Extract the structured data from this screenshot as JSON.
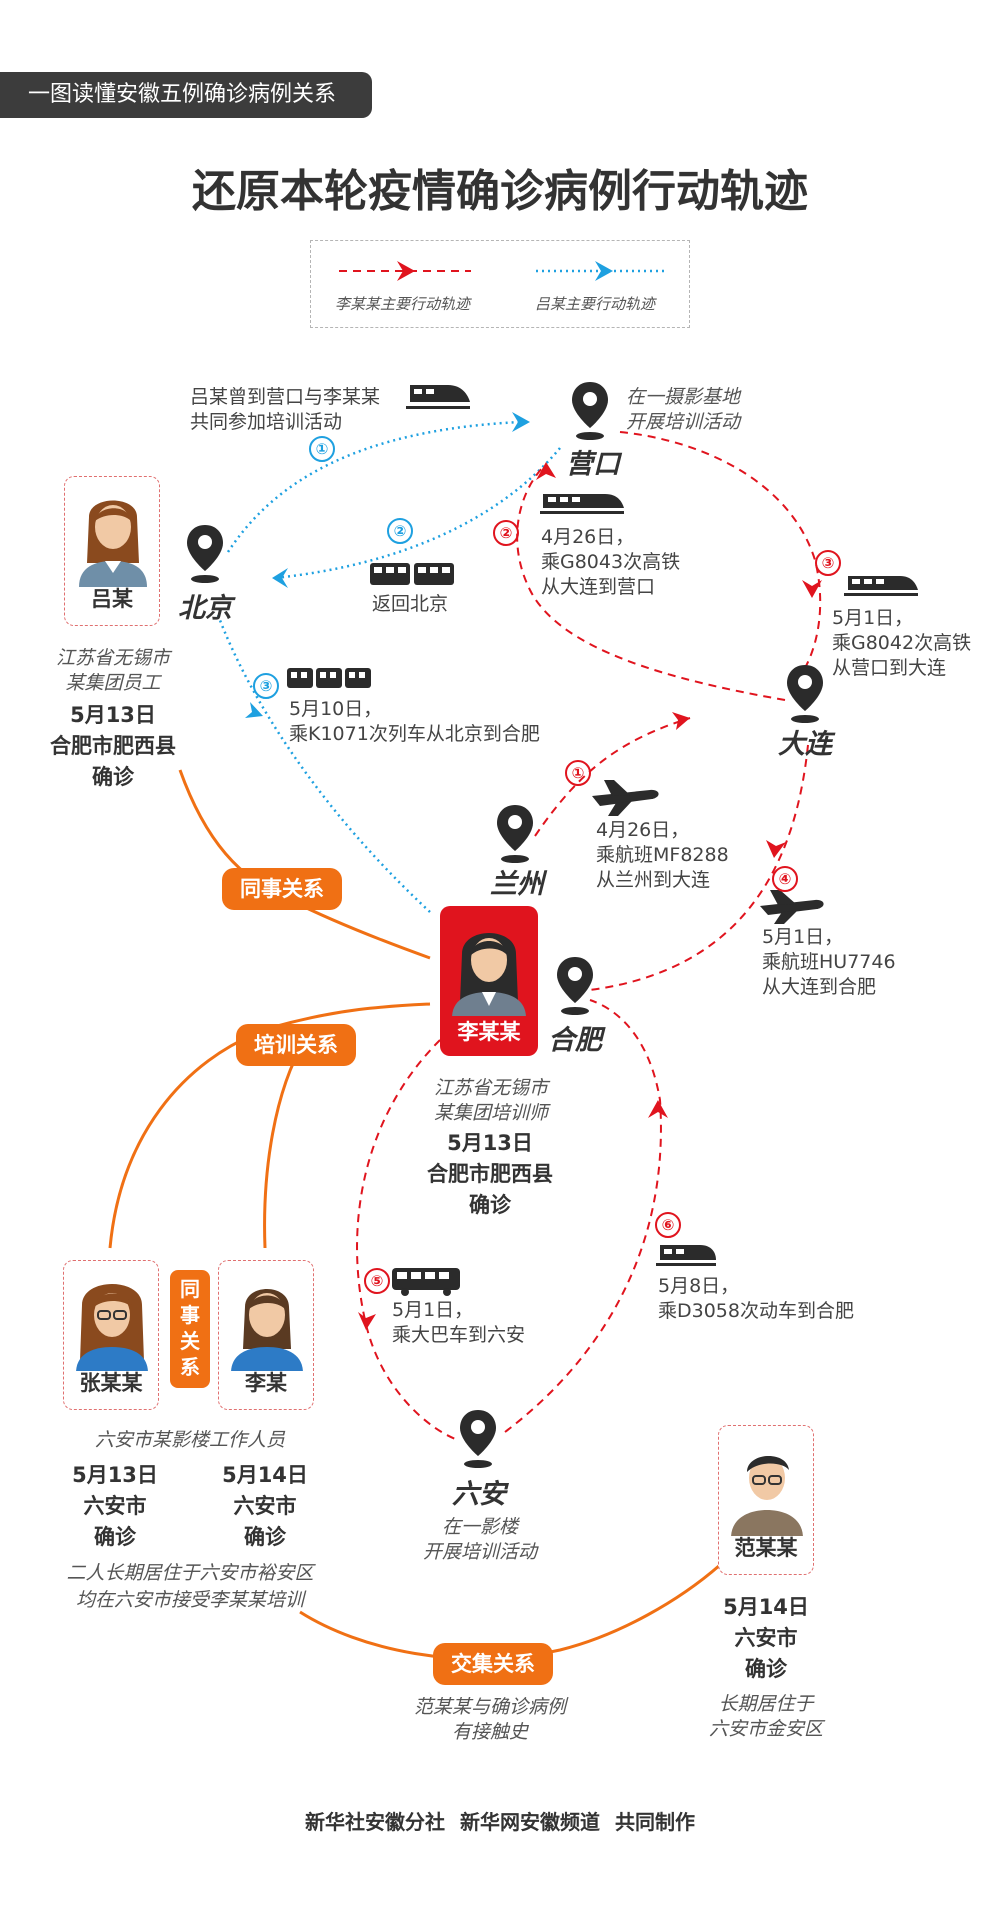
{
  "header": {
    "tag": "一图读懂安徽五例确诊病例关系",
    "title": "还原本轮疫情确诊病例行动轨迹"
  },
  "legend": {
    "red_label": "李某某主要行动轨迹",
    "blue_label": "吕某主要行动轨迹"
  },
  "colors": {
    "red": "#e0141e",
    "blue": "#1ea0e0",
    "orange": "#f07014",
    "dark": "#3c3c3c"
  },
  "cities": {
    "yingkou": "营口",
    "beijing": "北京",
    "dalian": "大连",
    "lanzhou": "兰州",
    "hefei": "合肥",
    "luan": "六安"
  },
  "notes": {
    "yingkou_activity": [
      "在一摄影基地",
      "开展培训活动"
    ],
    "luan_activity": [
      "在一影楼",
      "开展培训活动"
    ],
    "lv_to_yingkou": [
      "吕某曾到营口与李某某",
      "共同参加培训活动"
    ]
  },
  "blue_route": {
    "s1": {
      "num": "①"
    },
    "s2": {
      "num": "②",
      "text": "返回北京"
    },
    "s3": {
      "num": "③",
      "line1": "5月10日，",
      "line2": "乘K1071次列车从北京到合肥"
    }
  },
  "red_route": {
    "s1": {
      "num": "①",
      "line1": "4月26日，",
      "line2": "乘航班MF8288",
      "line3": "从兰州到大连"
    },
    "s2": {
      "num": "②",
      "line1": "4月26日，",
      "line2": "乘G8043次高铁",
      "line3": "从大连到营口"
    },
    "s3": {
      "num": "③",
      "line1": "5月1日，",
      "line2": "乘G8042次高铁",
      "line3": "从营口到大连"
    },
    "s4": {
      "num": "④",
      "line1": "5月1日，",
      "line2": "乘航班HU7746",
      "line3": "从大连到合肥"
    },
    "s5": {
      "num": "⑤",
      "line1": "5月1日，",
      "line2": "乘大巴车到六安"
    },
    "s6": {
      "num": "⑥",
      "line1": "5月8日，",
      "line2": "乘D3058次动车到合肥"
    }
  },
  "people": {
    "lv": {
      "name": "吕某",
      "desc1": "江苏省无锡市",
      "desc2": "某集团员工",
      "date": "5月13日",
      "place": "合肥市肥西县",
      "status": "确诊"
    },
    "li_main": {
      "name": "李某某",
      "desc1": "江苏省无锡市",
      "desc2": "某集团培训师",
      "date": "5月13日",
      "place": "合肥市肥西县",
      "status": "确诊"
    },
    "zhang": {
      "name": "张某某",
      "date": "5月13日",
      "place": "六安市",
      "status": "确诊"
    },
    "li": {
      "name": "李某",
      "date": "5月14日",
      "place": "六安市",
      "status": "确诊"
    },
    "fan": {
      "name": "范某某",
      "date": "5月14日",
      "place": "六安市",
      "status": "确诊",
      "desc1": "长期居住于",
      "desc2": "六安市金安区"
    }
  },
  "luan_group": {
    "workplace": "六安市某影楼工作人员",
    "note1": "二人长期居住于六安市裕安区",
    "note2": "均在六安市接受李某某培训"
  },
  "relations": {
    "colleague": "同事关系",
    "training": "培训关系",
    "colleague_vertical": [
      "同",
      "事",
      "关",
      "系"
    ],
    "intersect": "交集关系",
    "intersect_note1": "范某某与确诊病例",
    "intersect_note2": "有接触史"
  },
  "footer": "新华社安徽分社 新华网安徽频道 共同制作"
}
